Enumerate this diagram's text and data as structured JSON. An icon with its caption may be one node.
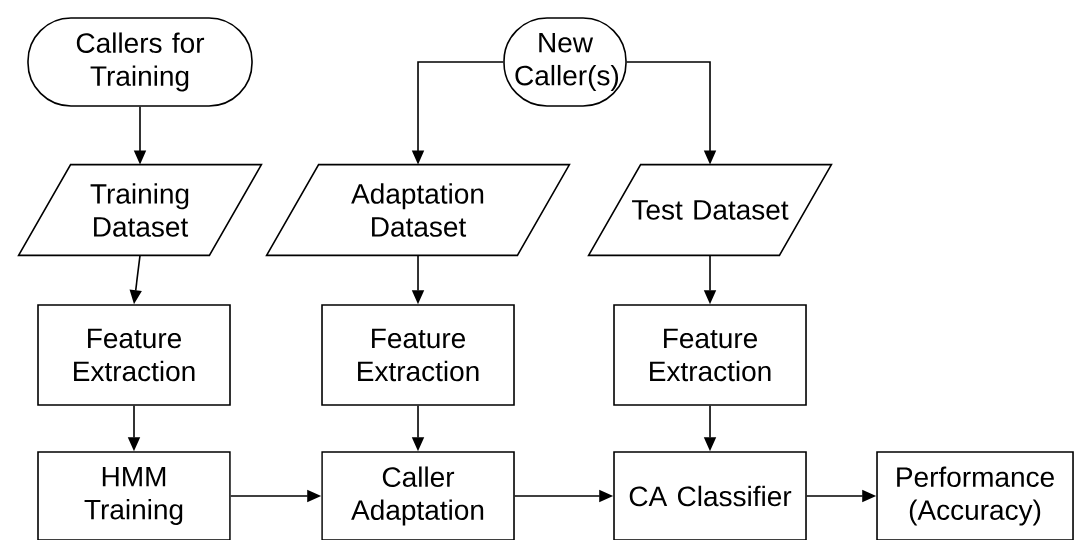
{
  "diagram": {
    "nodes": [
      {
        "text": [
          "Callers for Training"
        ]
      },
      {
        "text": [
          "New Caller(s)"
        ]
      },
      {
        "text": [
          "Training Dataset"
        ]
      },
      {
        "text": [
          "Adaptation Dataset"
        ]
      },
      {
        "text": [
          "Test Dataset"
        ]
      },
      {
        "text": [
          "Feature Extraction"
        ]
      },
      {
        "text": [
          "Feature Extraction"
        ]
      },
      {
        "text": [
          "Feature Extraction"
        ]
      },
      {
        "text": [
          "HMM Training"
        ]
      },
      {
        "text": [
          "Caller Adaptation"
        ]
      },
      {
        "text": [
          "CA Classifier"
        ]
      },
      {
        "text": [
          "Performance (Accuracy)"
        ]
      }
    ],
    "edges": [
      {
        "from": 0,
        "to": 2,
        "arrow": "to"
      },
      {
        "from": 1,
        "to": 3,
        "arrow": "to"
      },
      {
        "from": 1,
        "to": 4,
        "arrow": "to"
      },
      {
        "from": 2,
        "to": 5,
        "arrow": "to"
      },
      {
        "from": 3,
        "to": 6,
        "arrow": "to"
      },
      {
        "from": 4,
        "to": 7,
        "arrow": "to"
      },
      {
        "from": 5,
        "to": 8,
        "arrow": "to"
      },
      {
        "from": 6,
        "to": 9,
        "arrow": "to"
      },
      {
        "from": 7,
        "to": 10,
        "arrow": "to"
      },
      {
        "from": 8,
        "to": 9,
        "arrow": "to"
      },
      {
        "from": 9,
        "to": 10,
        "arrow": "to"
      },
      {
        "from": 10,
        "to": 11,
        "arrow": "to"
      }
    ]
  }
}
